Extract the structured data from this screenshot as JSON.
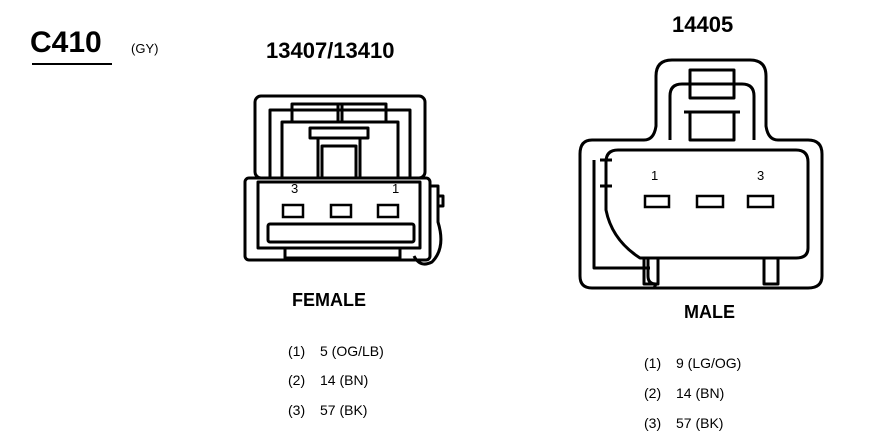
{
  "connector": {
    "id": "C410",
    "color_code": "(GY)"
  },
  "female": {
    "part_number": "13407/13410",
    "label": "FEMALE",
    "pin_labels": [
      "3",
      "1"
    ],
    "pins": [
      {
        "num": "(1)",
        "circuit": "5 (OG/LB)"
      },
      {
        "num": "(2)",
        "circuit": "14 (BN)"
      },
      {
        "num": "(3)",
        "circuit": "57 (BK)"
      }
    ]
  },
  "male": {
    "part_number": "14405",
    "label": "MALE",
    "pin_labels": [
      "1",
      "3"
    ],
    "pins": [
      {
        "num": "(1)",
        "circuit": "9 (LG/OG)"
      },
      {
        "num": "(2)",
        "circuit": "14 (BN)"
      },
      {
        "num": "(3)",
        "circuit": "57 (BK)"
      }
    ]
  }
}
